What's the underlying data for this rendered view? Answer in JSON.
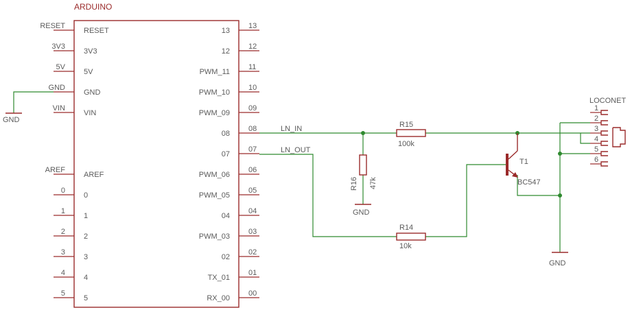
{
  "arduino": {
    "title": "ARDUINO",
    "left_pins": [
      {
        "outer": "RESET",
        "inner": "RESET"
      },
      {
        "outer": "3V3",
        "inner": "3V3"
      },
      {
        "outer": "5V",
        "inner": "5V"
      },
      {
        "outer": "GND",
        "inner": "GND"
      },
      {
        "outer": "VIN",
        "inner": "VIN"
      },
      {
        "outer": "",
        "inner": ""
      },
      {
        "outer": "",
        "inner": ""
      },
      {
        "outer": "AREF",
        "inner": "AREF"
      },
      {
        "outer": "0",
        "inner": "0"
      },
      {
        "outer": "1",
        "inner": "1"
      },
      {
        "outer": "2",
        "inner": "2"
      },
      {
        "outer": "3",
        "inner": "3"
      },
      {
        "outer": "4",
        "inner": "4"
      },
      {
        "outer": "5",
        "inner": "5"
      }
    ],
    "right_pins": [
      {
        "inner": "13",
        "outer": "13"
      },
      {
        "inner": "12",
        "outer": "12"
      },
      {
        "inner": "PWM_11",
        "outer": "11"
      },
      {
        "inner": "PWM_10",
        "outer": "10"
      },
      {
        "inner": "PWM_09",
        "outer": "09"
      },
      {
        "inner": "08",
        "outer": "08"
      },
      {
        "inner": "07",
        "outer": "07"
      },
      {
        "inner": "PWM_06",
        "outer": "06"
      },
      {
        "inner": "PWM_05",
        "outer": "05"
      },
      {
        "inner": "04",
        "outer": "04"
      },
      {
        "inner": "PWM_03",
        "outer": "03"
      },
      {
        "inner": "02",
        "outer": "02"
      },
      {
        "inner": "TX_01",
        "outer": "01"
      },
      {
        "inner": "RX_00",
        "outer": "00"
      }
    ]
  },
  "nets": {
    "ln_in": "LN_IN",
    "ln_out": "LN_OUT"
  },
  "resistors": [
    {
      "name": "R15",
      "value": "100k"
    },
    {
      "name": "R16",
      "value": "47k"
    },
    {
      "name": "R14",
      "value": "10k"
    }
  ],
  "transistor": {
    "name": "T1",
    "part": "BC547"
  },
  "grounds": [
    "GND",
    "GND",
    "GND"
  ],
  "loconet": {
    "title": "LOCONET",
    "pins": [
      "1",
      "2",
      "3",
      "4",
      "5",
      "6"
    ]
  }
}
